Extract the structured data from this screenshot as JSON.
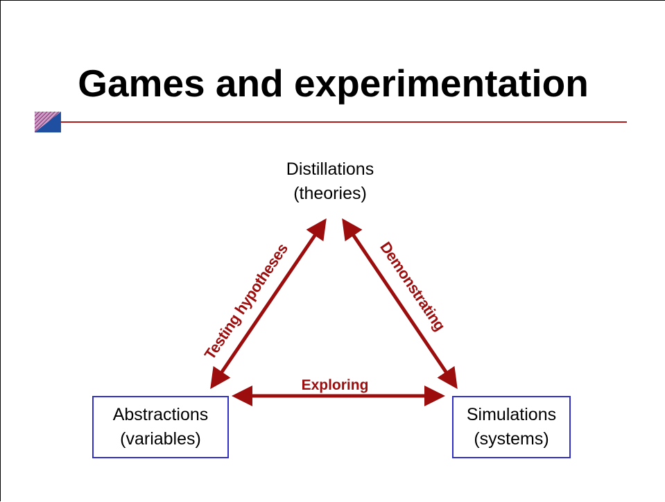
{
  "slide": {
    "title": "Games and experimentation"
  },
  "nodes": {
    "top": {
      "line1": "Distillations",
      "line2": "(theories)"
    },
    "left": {
      "line1": "Abstractions",
      "line2": "(variables)"
    },
    "right": {
      "line1": "Simulations",
      "line2": "(systems)"
    }
  },
  "edges": {
    "left_edge": "Testing hypotheses",
    "right_edge": "Demonstrating",
    "bottom_edge": "Exploring"
  },
  "colors": {
    "arrow": "#9c0d0d",
    "title_rule": "#b01818",
    "box_border": "#2f2fc8"
  }
}
